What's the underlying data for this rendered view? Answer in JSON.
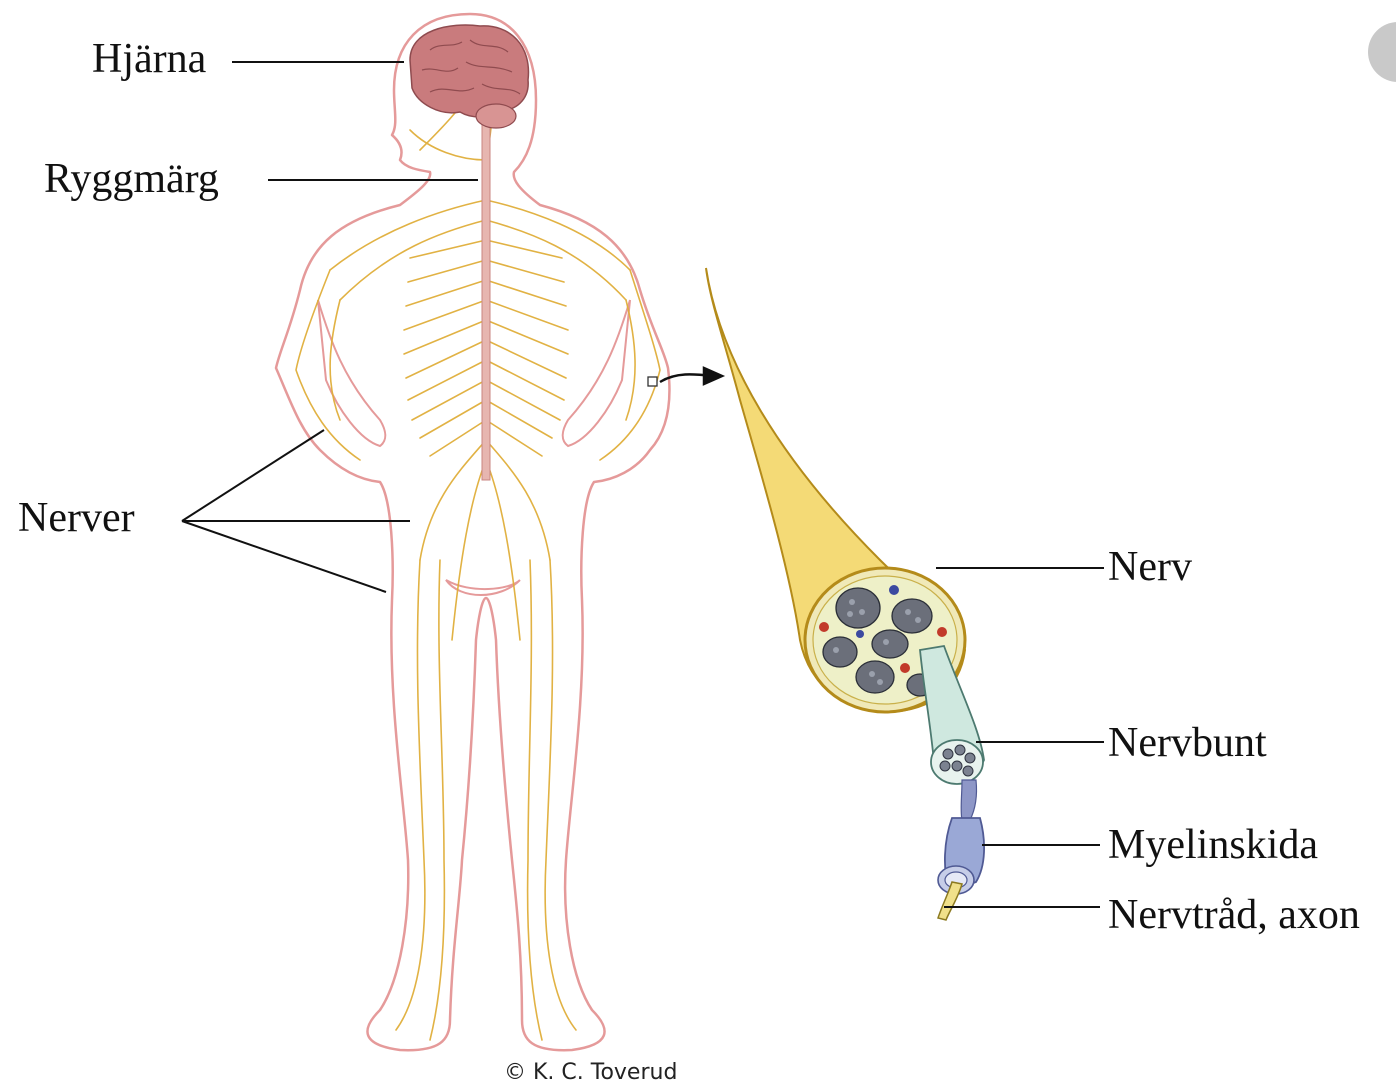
{
  "labels": {
    "brain": "Hjärna",
    "spinal_cord": "Ryggmärg",
    "nerves": "Nerver",
    "nerve": "Nerv",
    "nerve_bundle": "Nervbunt",
    "myelin_sheath": "Myelinskida",
    "axon": "Nervtråd, axon"
  },
  "credit": "© K. C. Toverud",
  "colors": {
    "skin_outline": "#e59a9a",
    "nerve_lines": "#e0ae3a",
    "brain": "#c97b7d",
    "spinal_cord": "#e7b6b0",
    "nerve_sheath": "#f4da76",
    "bundle_sheath": "#cfe8df",
    "myelin": "#9aa8d6",
    "axon": "#f0e08a"
  },
  "icons": [
    "arrow-right-icon",
    "circle-button-icon"
  ]
}
